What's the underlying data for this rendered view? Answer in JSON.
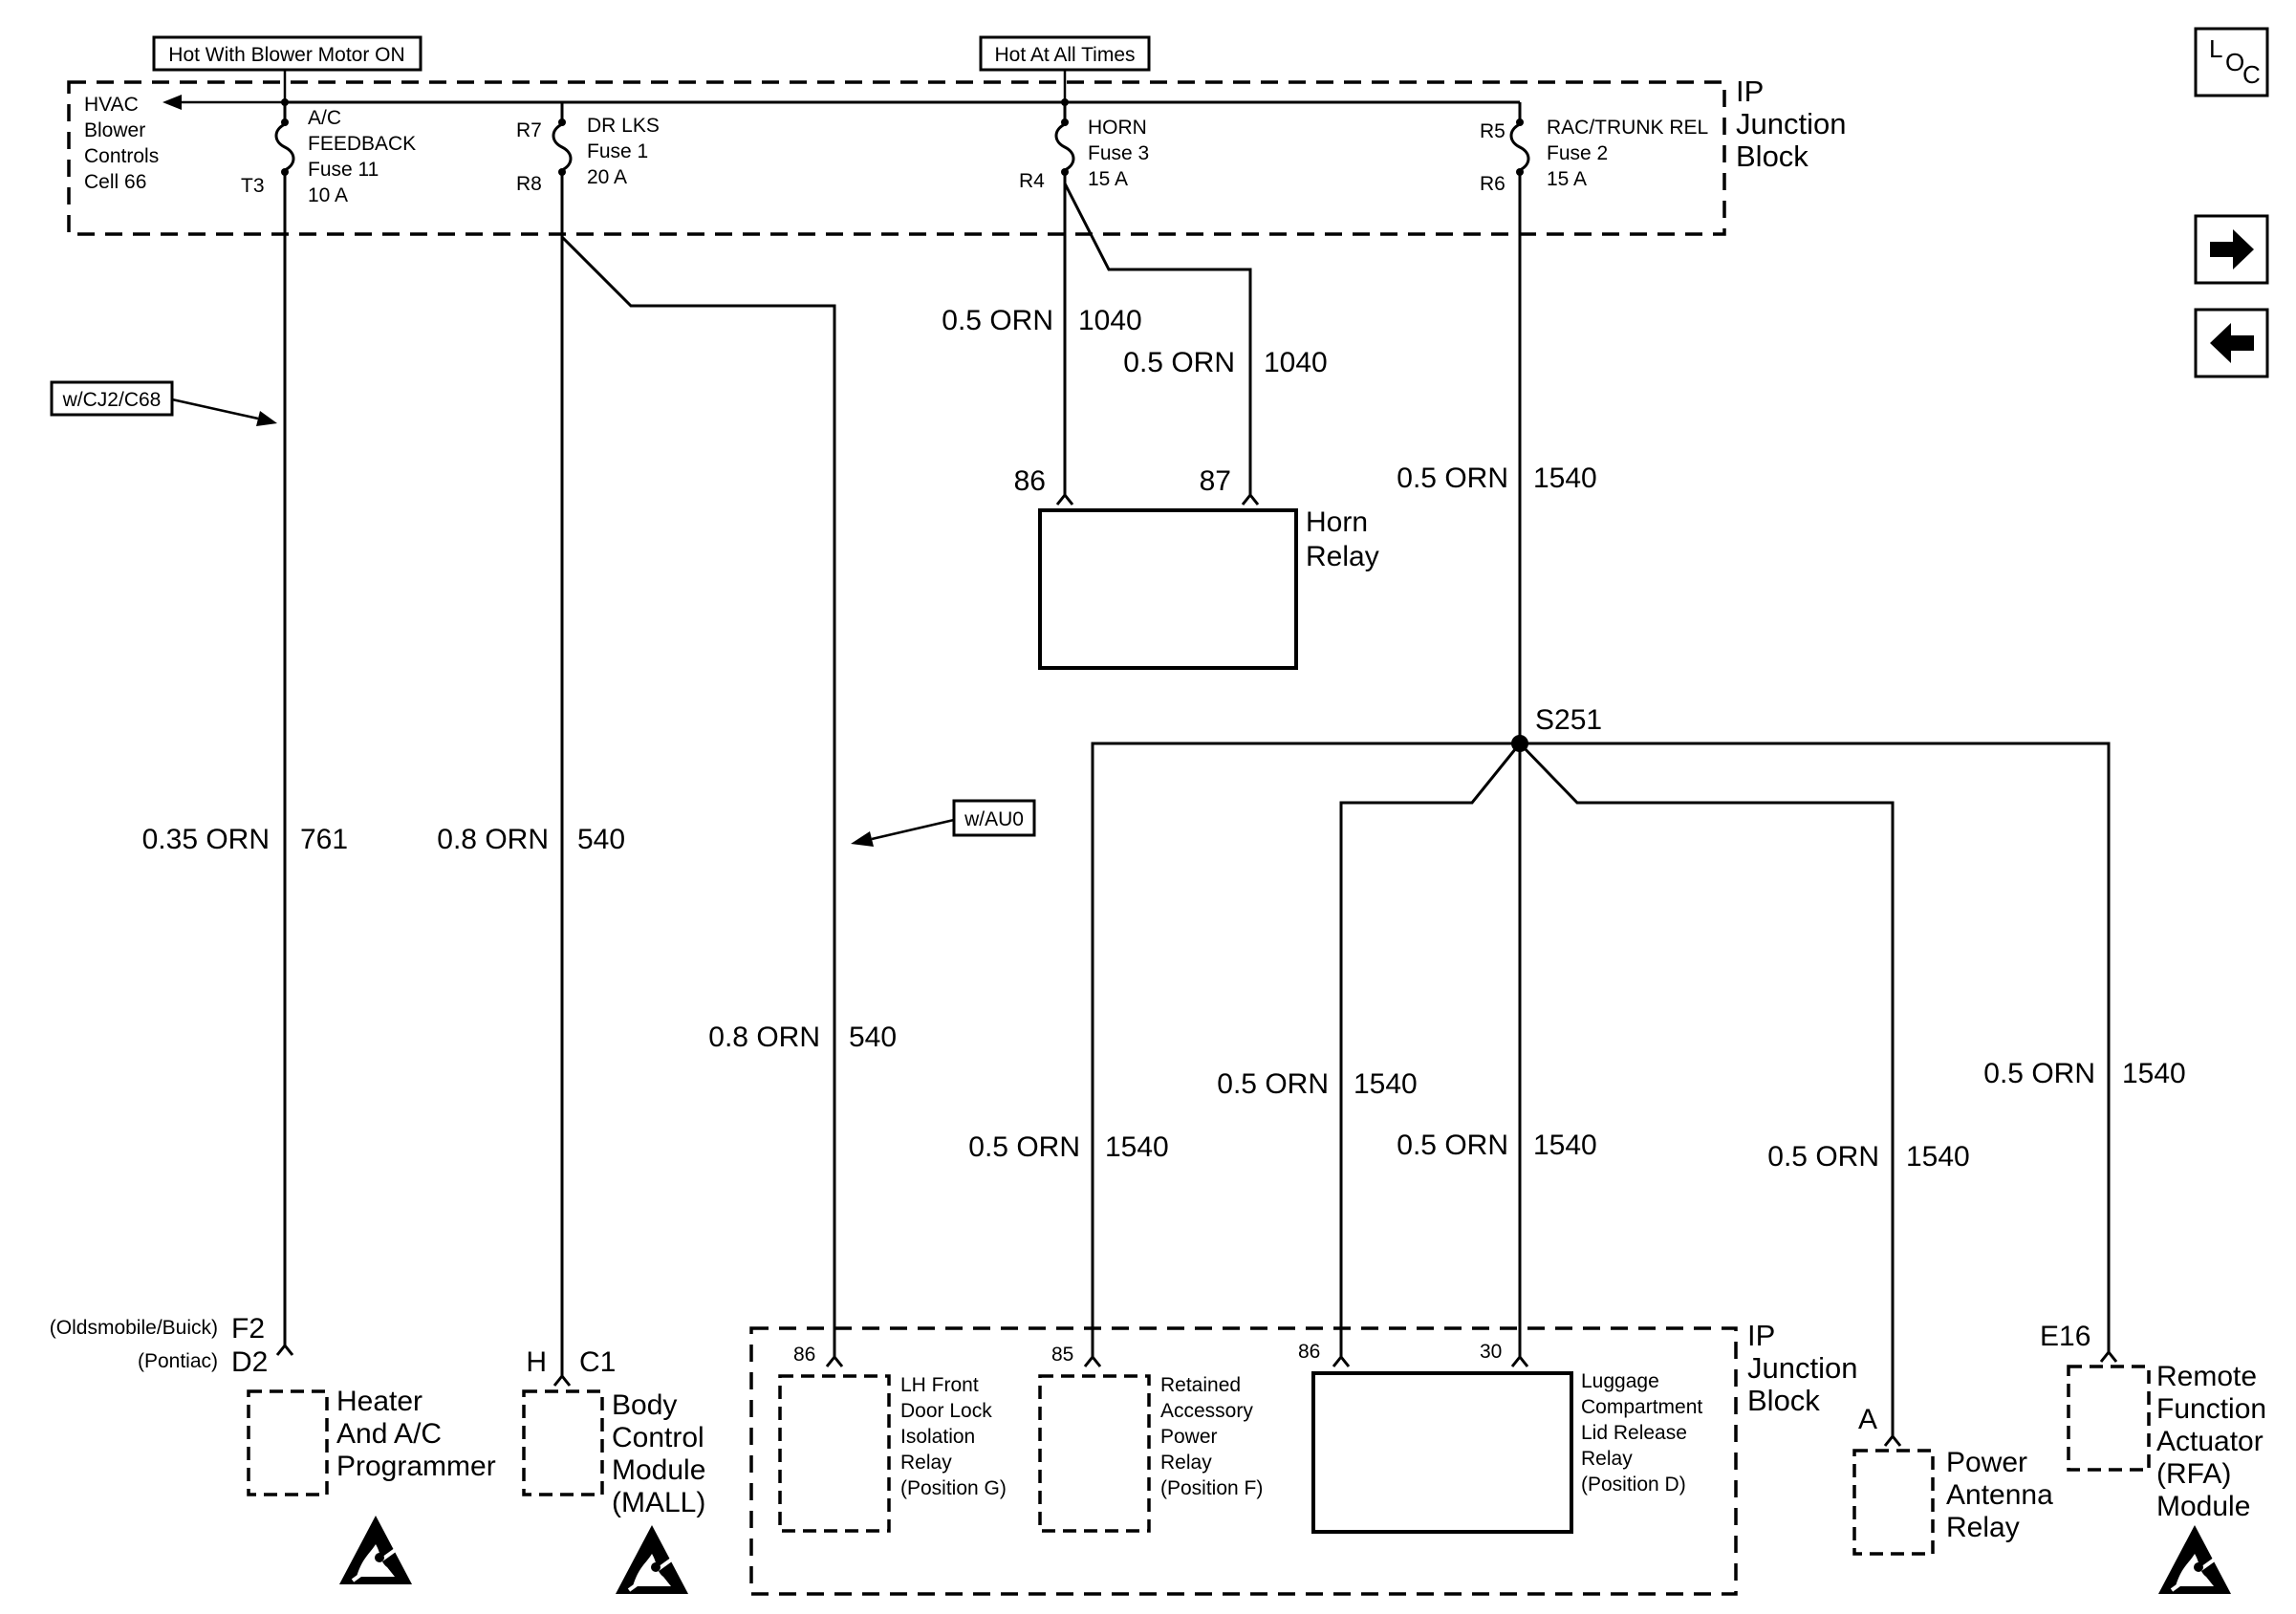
{
  "headers": {
    "blower_on": "Hot With Blower Motor ON",
    "all_times": "Hot At All Times"
  },
  "nav": {
    "loc_letters": [
      "L",
      "O",
      "C"
    ],
    "forward_icon": "arrow-right-icon",
    "back_icon": "arrow-left-icon"
  },
  "ip_junction_block": {
    "label_lines": [
      "IP",
      "Junction",
      "Block"
    ],
    "hvac_ref_lines": [
      "HVAC",
      "Blower",
      "Controls",
      "Cell 66"
    ],
    "fuses": [
      {
        "lines": [
          "A/C",
          "FEEDBACK",
          "Fuse 11",
          "10 A"
        ],
        "pin_bottom": "T3"
      },
      {
        "lines": [
          "DR LKS",
          "Fuse 1",
          "20 A"
        ],
        "pin_top": "R7",
        "pin_bottom": "R8"
      },
      {
        "lines": [
          "HORN",
          "Fuse 3",
          "15 A"
        ],
        "pin_bottom": "R4"
      },
      {
        "lines": [
          "RAC/TRUNK REL",
          "Fuse 2",
          "15 A"
        ],
        "pin_top": "R5",
        "pin_bottom": "R6"
      }
    ]
  },
  "options": {
    "cj2": "w/CJ2/C68",
    "au0": "w/AU0"
  },
  "wires": {
    "w761": {
      "gauge": "0.35 ORN",
      "circuit": "761"
    },
    "w540a": {
      "gauge": "0.8 ORN",
      "circuit": "540"
    },
    "w540b": {
      "gauge": "0.8 ORN",
      "circuit": "540"
    },
    "w1040a": {
      "gauge": "0.5 ORN",
      "circuit": "1040"
    },
    "w1040b": {
      "gauge": "0.5 ORN",
      "circuit": "1040"
    },
    "w1540main": {
      "gauge": "0.5 ORN",
      "circuit": "1540"
    },
    "w1540_acc": {
      "gauge": "0.5 ORN",
      "circuit": "1540"
    },
    "w1540_lug86": {
      "gauge": "0.5 ORN",
      "circuit": "1540"
    },
    "w1540_lug30": {
      "gauge": "0.5 ORN",
      "circuit": "1540"
    },
    "w1540_ant": {
      "gauge": "0.5 ORN",
      "circuit": "1540"
    },
    "w1540_rfa": {
      "gauge": "0.5 ORN",
      "circuit": "1540"
    }
  },
  "splice": "S251",
  "horn_relay": {
    "pins": [
      "86",
      "87"
    ],
    "label_lines": [
      "Horn",
      "Relay"
    ]
  },
  "lower_ip_block": {
    "label_lines": [
      "IP",
      "Junction",
      "Block"
    ],
    "relays": [
      {
        "pin": "86",
        "lines": [
          "LH Front",
          "Door Lock",
          "Isolation",
          "Relay",
          "(Position G)"
        ]
      },
      {
        "pin": "85",
        "lines": [
          "Retained",
          "Accessory",
          "Power",
          "Relay",
          "(Position F)"
        ]
      },
      {
        "pins": [
          "86",
          "30"
        ],
        "lines": [
          "Luggage",
          "Compartment",
          "Lid Release",
          "Relay",
          "(Position D)"
        ]
      }
    ]
  },
  "components": {
    "heater": {
      "pin_notes": [
        "(Oldsmobile/Buick)",
        "(Pontiac)"
      ],
      "pins": [
        "F2",
        "D2"
      ],
      "lines": [
        "Heater",
        "And A/C",
        "Programmer"
      ]
    },
    "bcm": {
      "pins": [
        "H",
        "C1"
      ],
      "lines": [
        "Body",
        "Control",
        "Module",
        "(MALL)"
      ]
    },
    "antenna": {
      "pin": "A",
      "lines": [
        "Power",
        "Antenna",
        "Relay"
      ]
    },
    "rfa": {
      "pin": "E16",
      "lines": [
        "Remote",
        "Function",
        "Actuator",
        "(RFA)",
        "Module"
      ]
    }
  },
  "esd_icon": "esd-sensitive-icon"
}
